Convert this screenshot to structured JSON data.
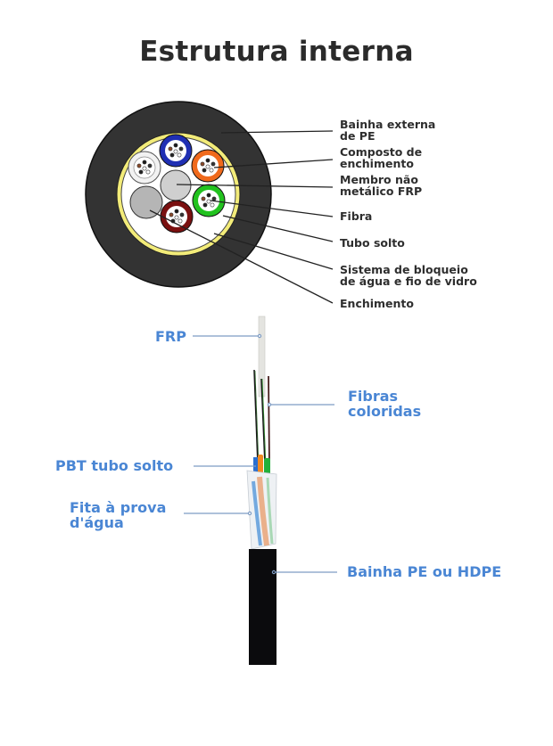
{
  "title": "Estrutura interna",
  "cross_section": {
    "labels": [
      {
        "line1": "Bainha externa",
        "line2": "de PE"
      },
      {
        "line1": "Composto de",
        "line2": "enchimento"
      },
      {
        "line1": "Membro não",
        "line2": "metálico FRP"
      },
      {
        "line1": "Fibra",
        "line2": ""
      },
      {
        "line1": "Tubo solto",
        "line2": ""
      },
      {
        "line1": "Sistema de bloqueio",
        "line2": "de água e fio de vidro"
      },
      {
        "line1": "Enchimento",
        "line2": ""
      }
    ]
  },
  "side_view": {
    "labels": {
      "frp": "FRP",
      "fibers_line1": "Fibras",
      "fibers_line2": "coloridas",
      "pbt": "PBT tubo solto",
      "tape_line1": "Fita à prova",
      "tape_line2": "d'água",
      "sheath": "Bainha PE ou HDPE"
    }
  },
  "colors": {
    "label_blue": "#4a86d4",
    "leader_blue": "#7e9cc4",
    "sheath": "#333333",
    "yellow_ring": "#f3ec79",
    "tube_blue": "#1f2fb3",
    "tube_orange": "#f06a1c",
    "tube_green": "#22c21f",
    "tube_red": "#7a1010",
    "tube_white": "#f2f2f2"
  }
}
